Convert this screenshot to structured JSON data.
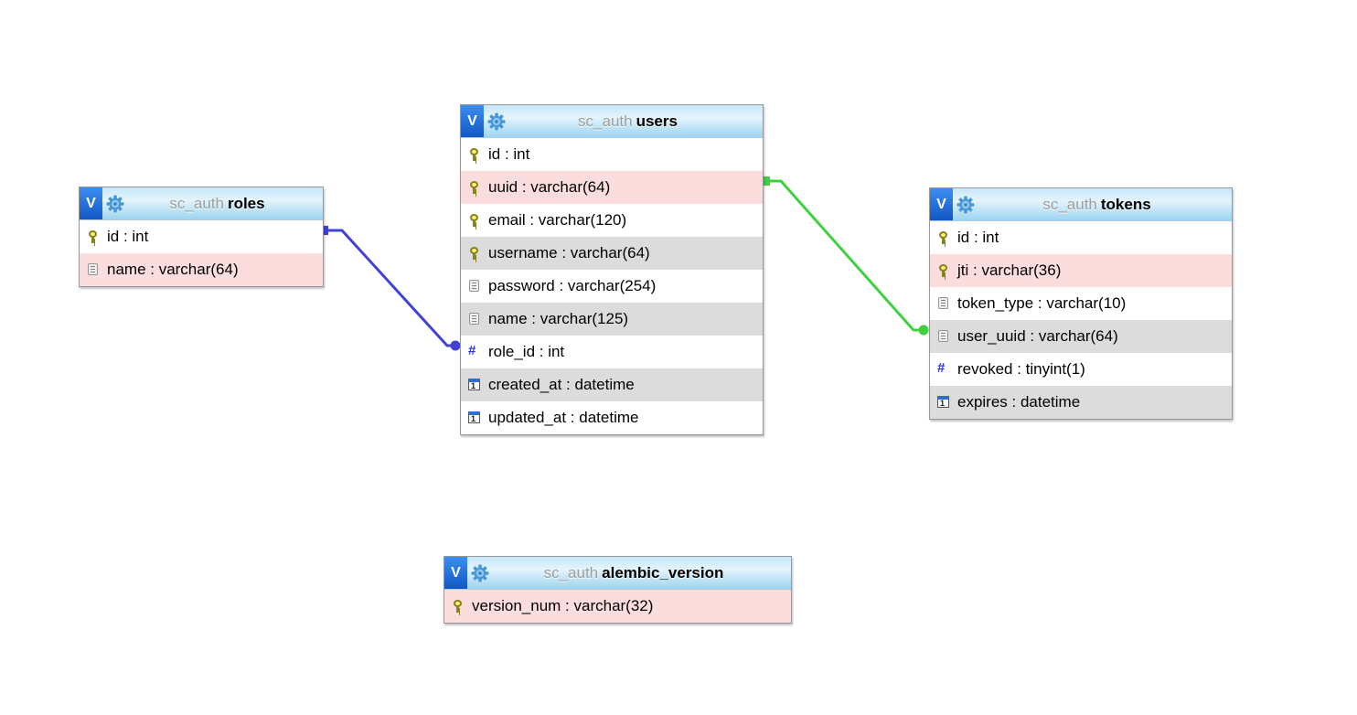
{
  "diagram": {
    "toggle_label": "V",
    "tables": [
      {
        "schema": "sc_auth",
        "name": "roles",
        "columns": [
          {
            "label": "id : int",
            "icon": "key-icon",
            "bg": "plain"
          },
          {
            "label": "name : varchar(64)",
            "icon": "text-icon",
            "bg": "highlight"
          }
        ]
      },
      {
        "schema": "sc_auth",
        "name": "users",
        "columns": [
          {
            "label": "id : int",
            "icon": "key-icon",
            "bg": "plain"
          },
          {
            "label": "uuid : varchar(64)",
            "icon": "key-icon",
            "bg": "highlight"
          },
          {
            "label": "email : varchar(120)",
            "icon": "key-icon",
            "bg": "plain"
          },
          {
            "label": "username : varchar(64)",
            "icon": "key-icon",
            "bg": "shaded"
          },
          {
            "label": "password : varchar(254)",
            "icon": "text-icon",
            "bg": "plain"
          },
          {
            "label": "name : varchar(125)",
            "icon": "text-icon",
            "bg": "shaded"
          },
          {
            "label": "role_id : int",
            "icon": "numeric-icon",
            "bg": "plain"
          },
          {
            "label": "created_at : datetime",
            "icon": "calendar-icon",
            "bg": "shaded"
          },
          {
            "label": "updated_at : datetime",
            "icon": "calendar-icon",
            "bg": "plain"
          }
        ]
      },
      {
        "schema": "sc_auth",
        "name": "tokens",
        "columns": [
          {
            "label": "id : int",
            "icon": "key-icon",
            "bg": "plain"
          },
          {
            "label": "jti : varchar(36)",
            "icon": "key-icon",
            "bg": "highlight"
          },
          {
            "label": "token_type : varchar(10)",
            "icon": "text-icon",
            "bg": "plain"
          },
          {
            "label": "user_uuid : varchar(64)",
            "icon": "text-icon",
            "bg": "shaded"
          },
          {
            "label": "revoked : tinyint(1)",
            "icon": "numeric-icon",
            "bg": "plain"
          },
          {
            "label": "expires : datetime",
            "icon": "calendar-icon",
            "bg": "shaded"
          }
        ]
      },
      {
        "schema": "sc_auth",
        "name": "alembic_version",
        "columns": [
          {
            "label": "version_num : varchar(32)",
            "icon": "key-icon",
            "bg": "highlight"
          }
        ]
      }
    ],
    "relations": [
      {
        "from_table": "roles",
        "from_column": "id",
        "to_table": "users",
        "to_column": "role_id",
        "color": "#4141d6"
      },
      {
        "from_table": "users",
        "from_column": "uuid",
        "to_table": "tokens",
        "to_column": "user_uuid",
        "color": "#3fd03f"
      }
    ]
  }
}
